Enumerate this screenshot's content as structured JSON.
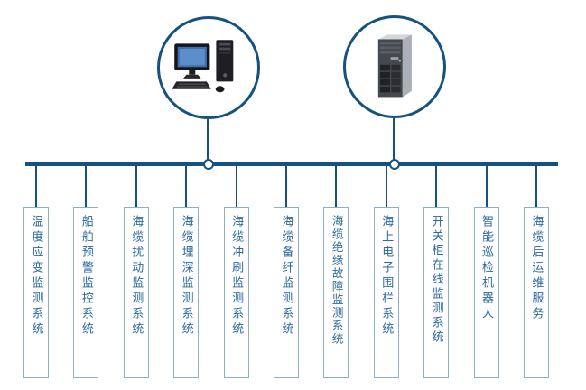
{
  "hub": {
    "left_node": {
      "icon": "desktop-computer"
    },
    "right_node": {
      "icon": "server"
    }
  },
  "systems": [
    {
      "label": "温度应变监测系统"
    },
    {
      "label": "船舶预警监控系统"
    },
    {
      "label": "海缆扰动监测系统"
    },
    {
      "label": "海缆埋深监测系统"
    },
    {
      "label": "海缆冲刷监测系统"
    },
    {
      "label": "海缆备纤监测系统"
    },
    {
      "label": "海缆绝缘故障监测系统"
    },
    {
      "label": "海上电子围栏系统"
    },
    {
      "label": "开关柜在线监测系统"
    },
    {
      "label": "智能巡检机器人"
    },
    {
      "label": "海缆后运维服务"
    }
  ],
  "colors": {
    "line": "#14537F",
    "box_border": "#8FAEC9",
    "text": "#2D6AA0"
  }
}
